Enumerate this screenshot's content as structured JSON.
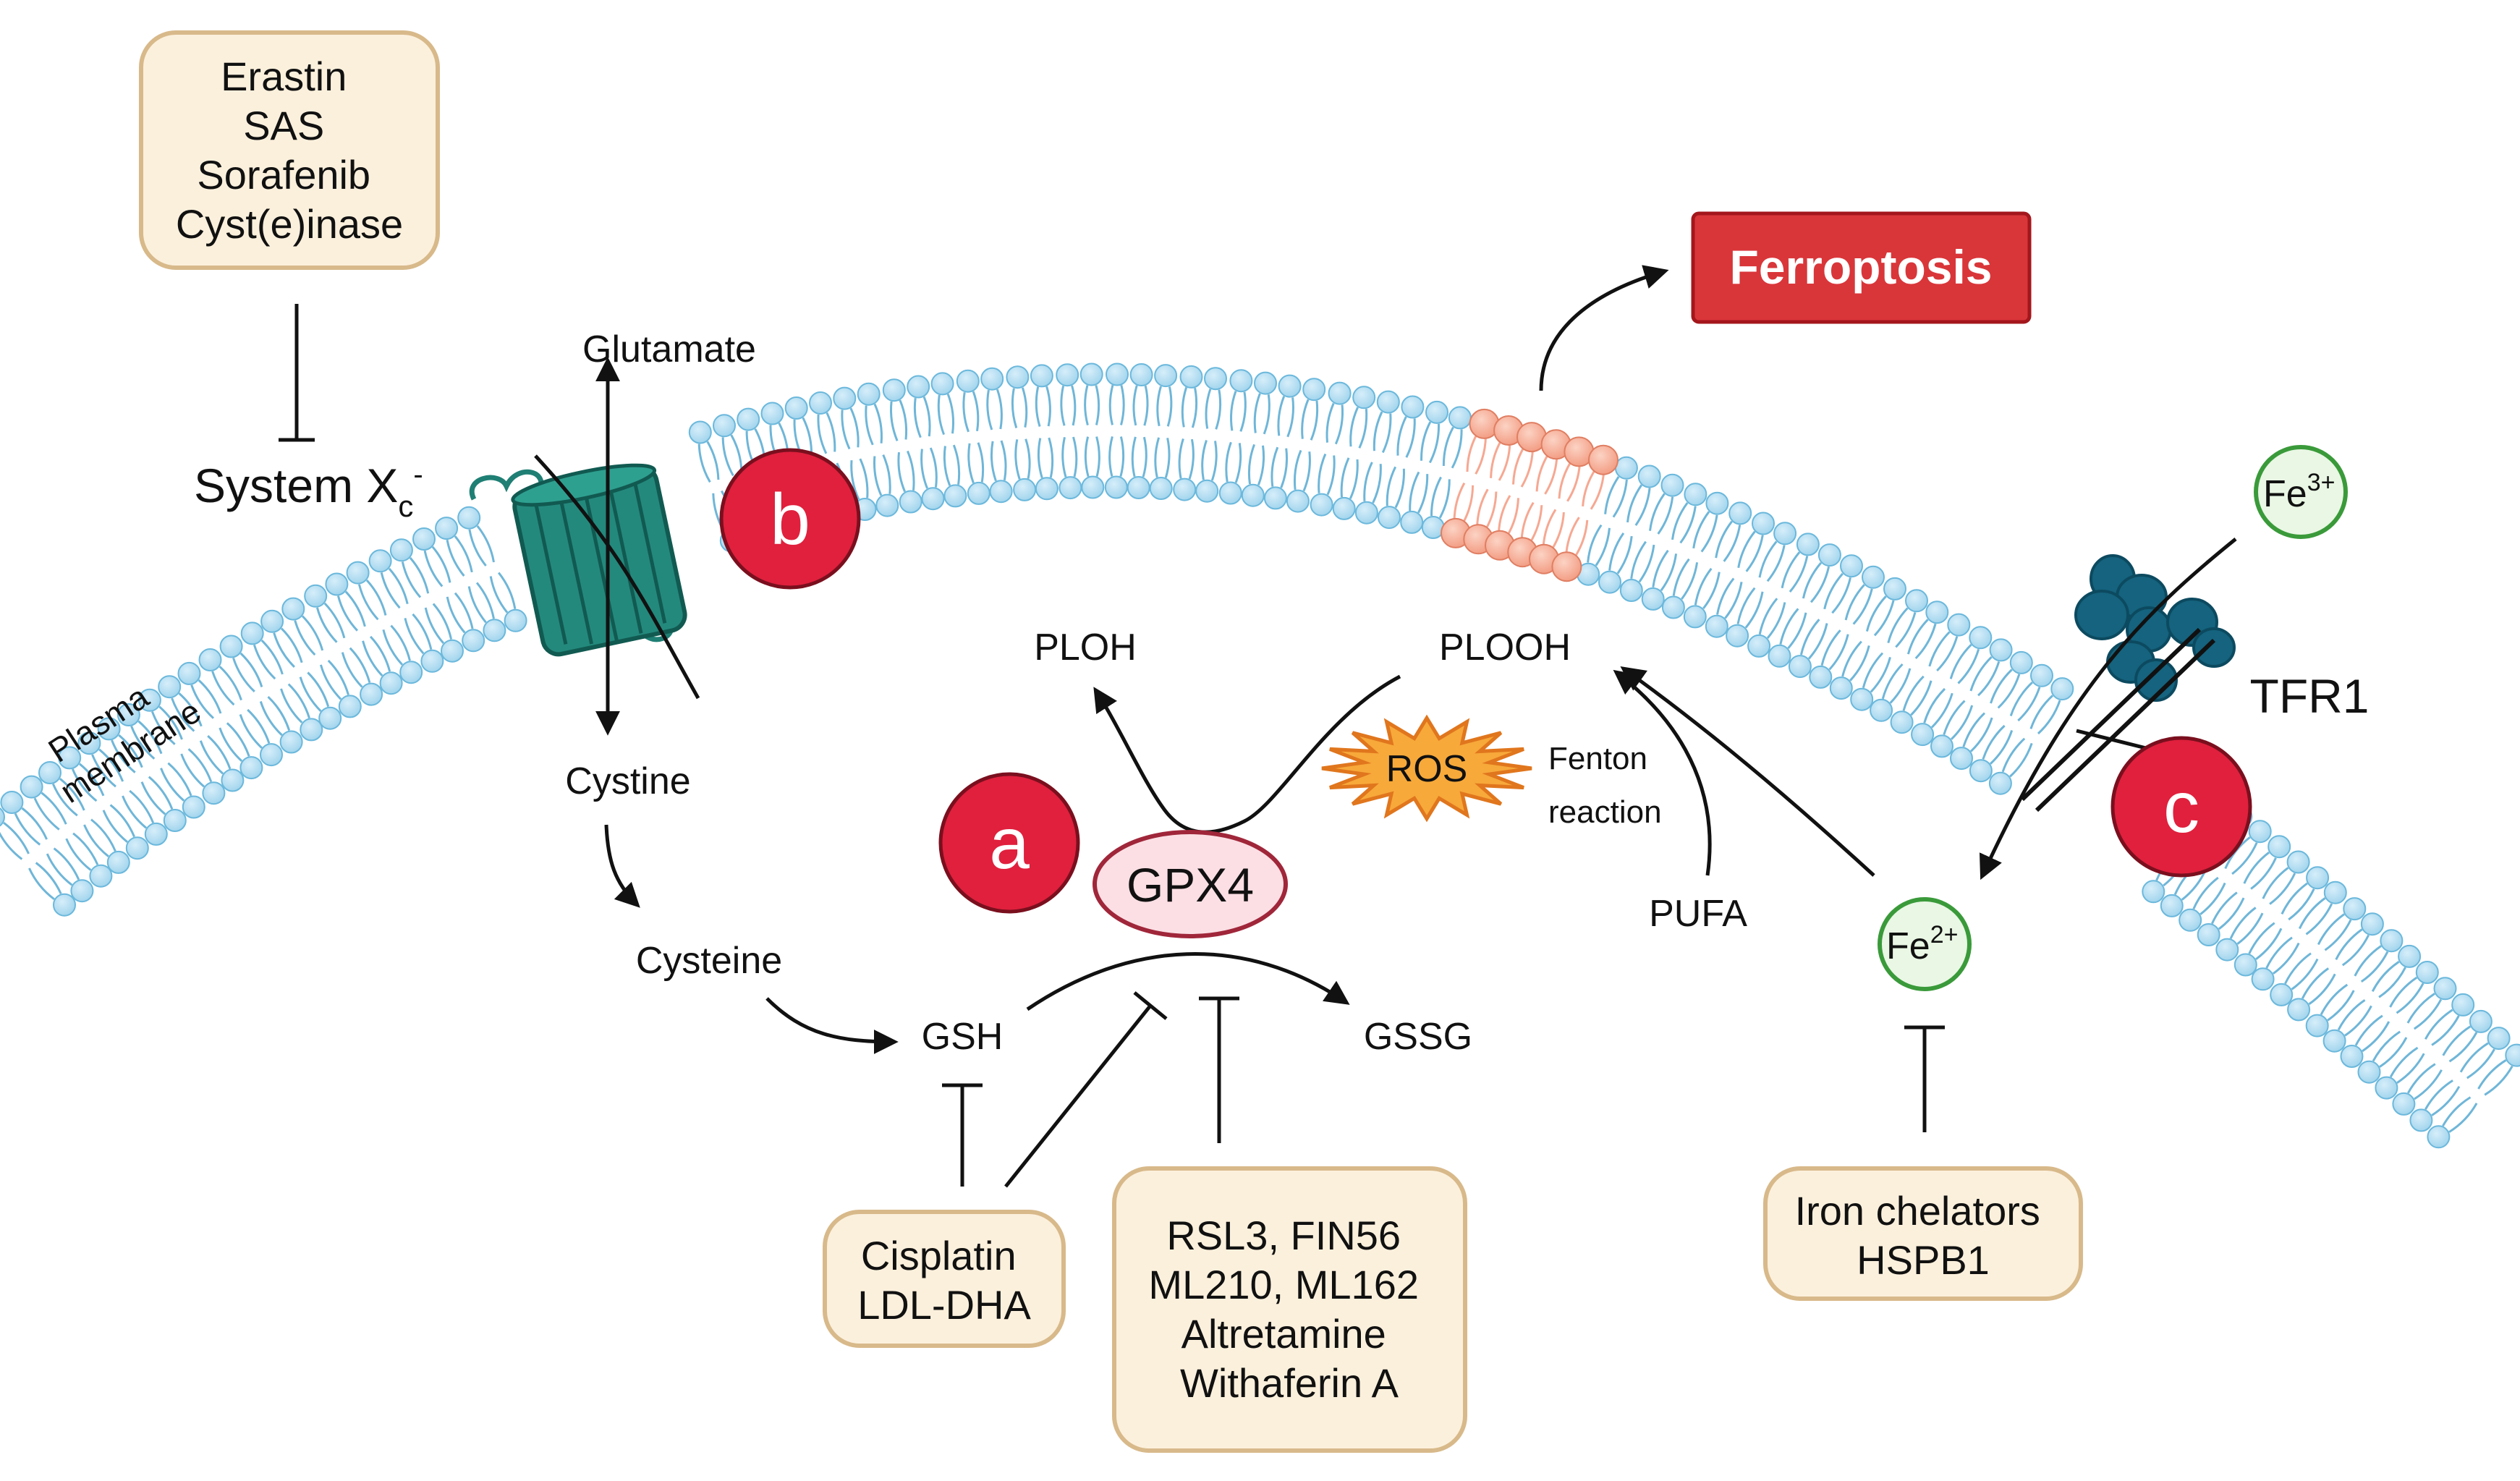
{
  "colors": {
    "membrane_head": "#a9d9ef",
    "membrane_head_stroke": "#6bb8dc",
    "membrane_tail": "#6fb6d8",
    "oxidized_lipid": "#f6a892",
    "badge_red": "#e0203d",
    "ferroptosis_box": "#d9363a",
    "inhibitor_box_fill": "#fbf0dc",
    "inhibitor_box_stroke": "#d8b98a",
    "gpx4_fill": "#fbdfe4",
    "gpx4_stroke": "#a0263a",
    "ros_fill": "#f7a93a",
    "iron_fill": "#e9f7e4",
    "iron_stroke": "#3a9a3a",
    "transporter": "#1f7f74",
    "tfr1": "#15637e"
  },
  "icons": [
    "system-xc-transporter-icon",
    "tfr1-receptor-icon",
    "ros-burst-icon",
    "oxidized-lipid-icon"
  ],
  "inhibitors": {
    "system_xc": [
      "Erastin",
      "SAS",
      "Sorafenib",
      "Cyst(e)inase"
    ],
    "gsh_gpx4": [
      "Cisplatin",
      "LDL-DHA"
    ],
    "gpx4": [
      "RSL3, FIN56",
      "ML210, ML162",
      "Altretamine",
      "Withaferin A"
    ],
    "iron": [
      "Iron chelators",
      "HSPB1"
    ]
  },
  "labels": {
    "system_xc_base": "System X",
    "system_xc_sub": "c",
    "system_xc_sup": "-",
    "glutamate": "Glutamate",
    "cystine": "Cystine",
    "cysteine": "Cysteine",
    "gsh": "GSH",
    "gssg": "GSSG",
    "gpx4": "GPX4",
    "ploh": "PLOH",
    "plooh": "PLOOH",
    "ros": "ROS",
    "fenton_1": "Fenton",
    "fenton_2": "reaction",
    "pufa": "PUFA",
    "ferroptosis": "Ferroptosis",
    "tfr1": "TFR1",
    "fe3_base": "Fe",
    "fe3_sup": "3+",
    "fe2_base": "Fe",
    "fe2_sup": "2+",
    "membrane_1": "Plasma",
    "membrane_2": "membrane"
  },
  "badges": {
    "a": "a",
    "b": "b",
    "c": "c"
  }
}
